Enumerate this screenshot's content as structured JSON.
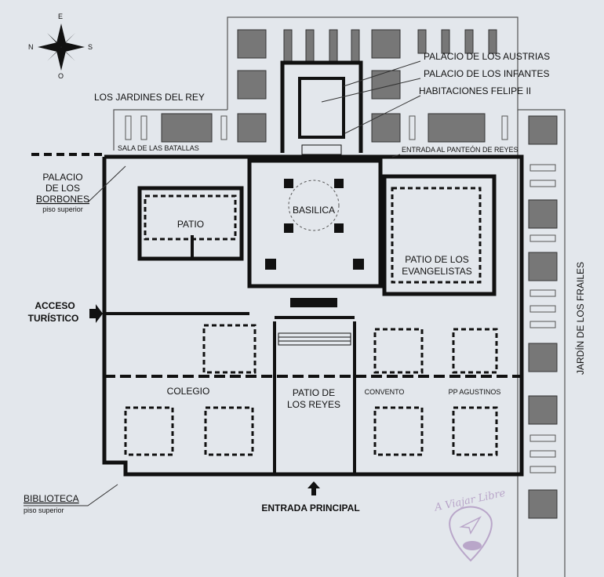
{
  "compass": {
    "north": "N",
    "east": "E",
    "south": "S",
    "west": "O"
  },
  "labels": {
    "palacio_austrias": "PALACIO DE LOS AUSTRIAS",
    "palacio_infantes": "PALACIO DE LOS INFANTES",
    "habitaciones": "HABITACIONES FELIPE II",
    "jardines_rey": "LOS JARDINES DEL REY",
    "sala_batallas": "SALA DE LAS BATALLAS",
    "entrada_panteon": "ENTRADA AL PANTEÓN DE REYES",
    "borbones_1": "PALACIO",
    "borbones_2": "DE LOS",
    "borbones_3": "BORBONES",
    "borbones_sub": "piso superior",
    "patio": "PATIO",
    "basilica": "BASILICA",
    "evangelistas_1": "PATIO DE LOS",
    "evangelistas_2": "EVANGELISTAS",
    "acceso_1": "ACCESO",
    "acceso_2": "TURÍSTICO",
    "colegio": "COLEGIO",
    "reyes_1": "PATIO DE",
    "reyes_2": "LOS REYES",
    "convento": "CONVENTO",
    "agustinos": "PP AGUSTINOS",
    "jardin_frailes": "JARDÍN DE LOS FRAILES",
    "biblioteca": "BIBLIOTECA",
    "biblioteca_sub": "piso superior",
    "entrada_principal": "ENTRADA PRINCIPAL"
  },
  "watermark": "A Viajar Libre",
  "colors": {
    "paper": "#e3e7ec",
    "ink": "#111111",
    "watermark": "#b9a6c9"
  }
}
